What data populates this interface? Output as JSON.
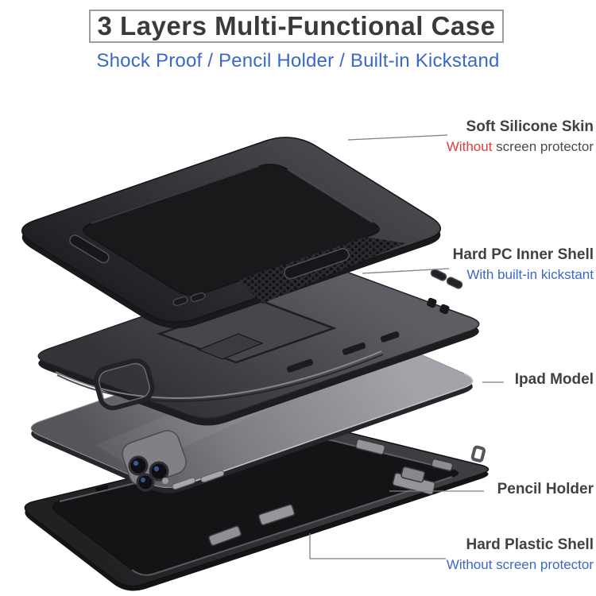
{
  "header": {
    "title": "3 Layers Multi-Functional Case",
    "subtitle": "Shock Proof / Pencil Holder / Built-in Kickstand"
  },
  "callouts": {
    "silicone": {
      "title": "Soft Silicone Skin",
      "note_highlight": "Without",
      "note_rest": " screen protector"
    },
    "inner_shell": {
      "title": "Hard PC Inner Shell",
      "note": "With built-in kickstant"
    },
    "ipad": {
      "title": "Ipad Model"
    },
    "pencil": {
      "title": "Pencil Holder"
    },
    "plastic_shell": {
      "title": "Hard Plastic Shell",
      "note": "Without screen protector"
    }
  },
  "colors": {
    "accent_blue": "#3b68c8",
    "accent_red": "#e23b3b",
    "heading_text": "#3a3a3a",
    "label_text": "#414141",
    "leader_line": "#7f7f7f"
  }
}
